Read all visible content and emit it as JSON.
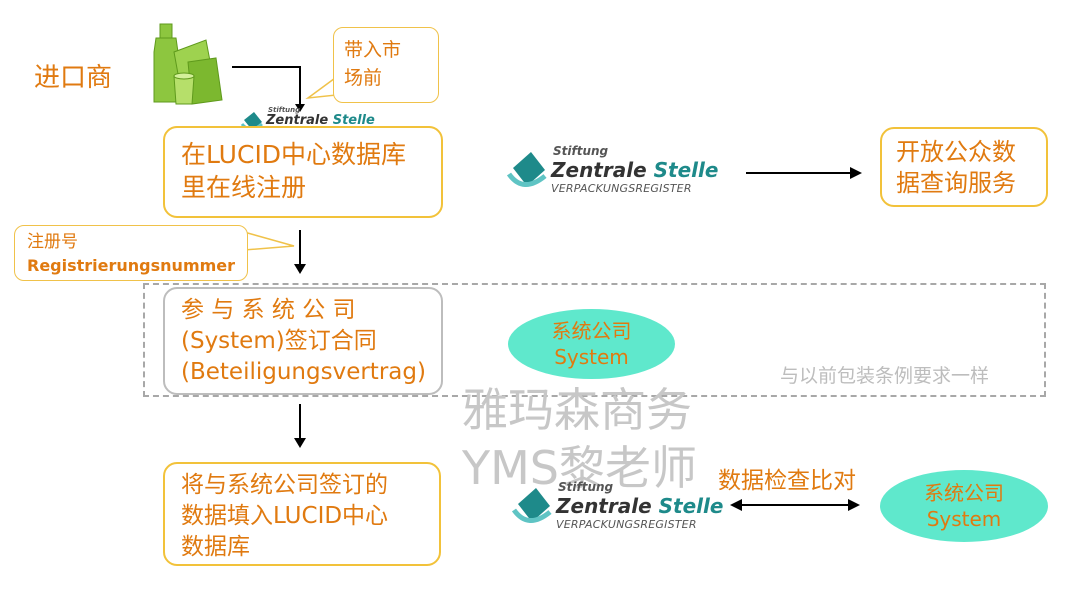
{
  "importer_label": "进口商",
  "callout_market": {
    "line1": "带入市",
    "line2": "场前"
  },
  "step1": {
    "line1": "在LUCID中心数据库",
    "line2": "里在线注册"
  },
  "logo": {
    "stiftung": "Stiftung",
    "zentrale": "Zentrale",
    "stelle": "Stelle",
    "verpack_bold": "VERPACKUNGS",
    "verpack_light": "REGISTER"
  },
  "public_service": {
    "line1": "开放公众数",
    "line2": "据查询服务"
  },
  "callout_registration": {
    "line1": "注册号",
    "line2": "Registrierungsnummer"
  },
  "step2": {
    "line1": "参 与 系 统 公 司",
    "line2": "(System)签订合同",
    "line3": "(Beteiligungsvertrag)"
  },
  "system_ellipse_1": {
    "line1": "系统公司",
    "line2": "System"
  },
  "dashed_note": "与以前包装条例要求一样",
  "watermark": {
    "line1": "雅玛森商务",
    "line2": "YMS黎老师"
  },
  "step3": {
    "line1": "将与系统公司签订的",
    "line2": "数据填入LUCID中心",
    "line3": "数据库"
  },
  "check_label": "数据检查比对",
  "system_ellipse_2": {
    "line1": "系统公司",
    "line2": "System"
  },
  "colors": {
    "accent": "#e07a10",
    "box_border": "#f2c23a",
    "ellipse": "#5fe8cc",
    "logo_teal": "#1e8a8a"
  },
  "icons": [
    "bottles-bags-icon",
    "zsvr-logo-icon"
  ]
}
